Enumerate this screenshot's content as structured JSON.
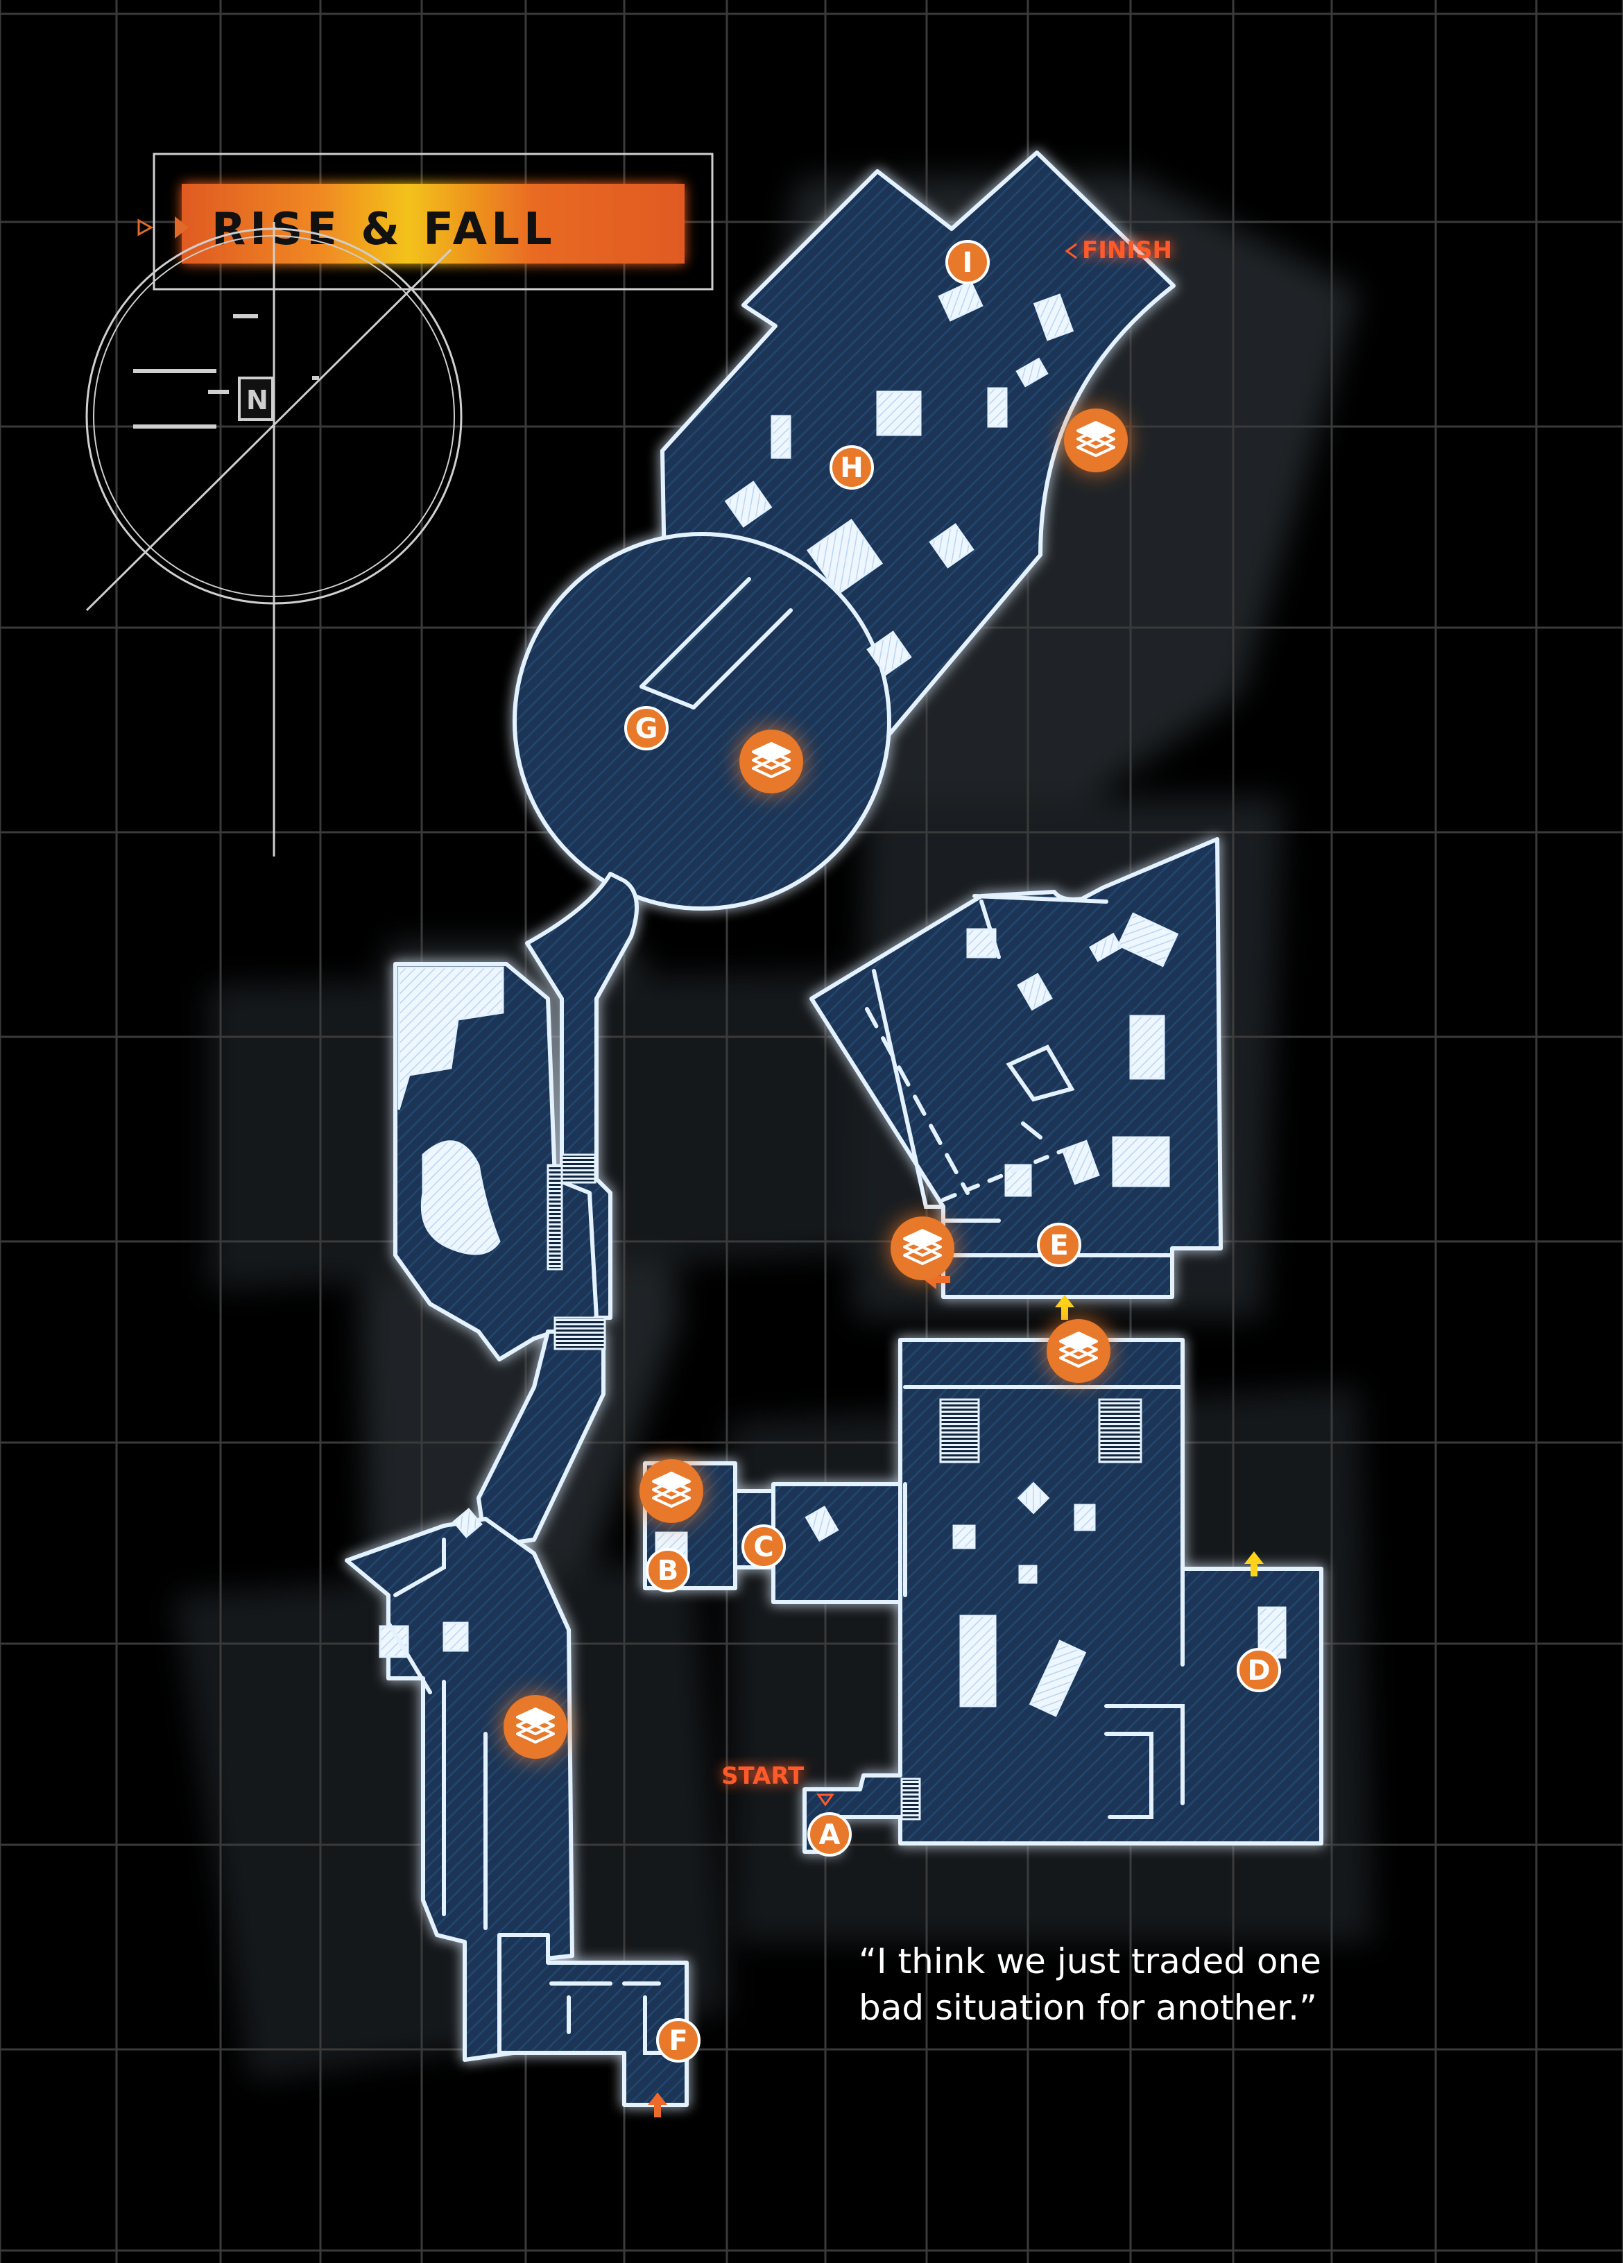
{
  "title": "RISE & FALL",
  "compass": {
    "letter": "N"
  },
  "markers": [
    {
      "id": "A",
      "letter": "A"
    },
    {
      "id": "B",
      "letter": "B"
    },
    {
      "id": "C",
      "letter": "C"
    },
    {
      "id": "D",
      "letter": "D"
    },
    {
      "id": "E",
      "letter": "E"
    },
    {
      "id": "F",
      "letter": "F"
    },
    {
      "id": "G",
      "letter": "G"
    },
    {
      "id": "H",
      "letter": "H"
    },
    {
      "id": "I",
      "letter": "I"
    }
  ],
  "start_label": "START",
  "finish_label": "FINISH",
  "quote": {
    "line1": "“I think we just traded one",
    "line2": "bad situation for another.”"
  },
  "colors": {
    "background": "#000000",
    "grid": "#3a3a3a",
    "room_fill": "#18304d",
    "room_stroke": "#dcefff",
    "glow": "#3f8fe0",
    "marker": "#e8782a",
    "title_orange": "#e05a22",
    "title_yellow": "#f3c21a",
    "start_finish": "#ff5a2a",
    "arrow_yellow": "#ffd21a",
    "arrow_orange": "#ef6a2a"
  },
  "icons": {
    "layers": "layers-icon",
    "arrow": "arrow-icon",
    "compass": "compass-icon"
  }
}
